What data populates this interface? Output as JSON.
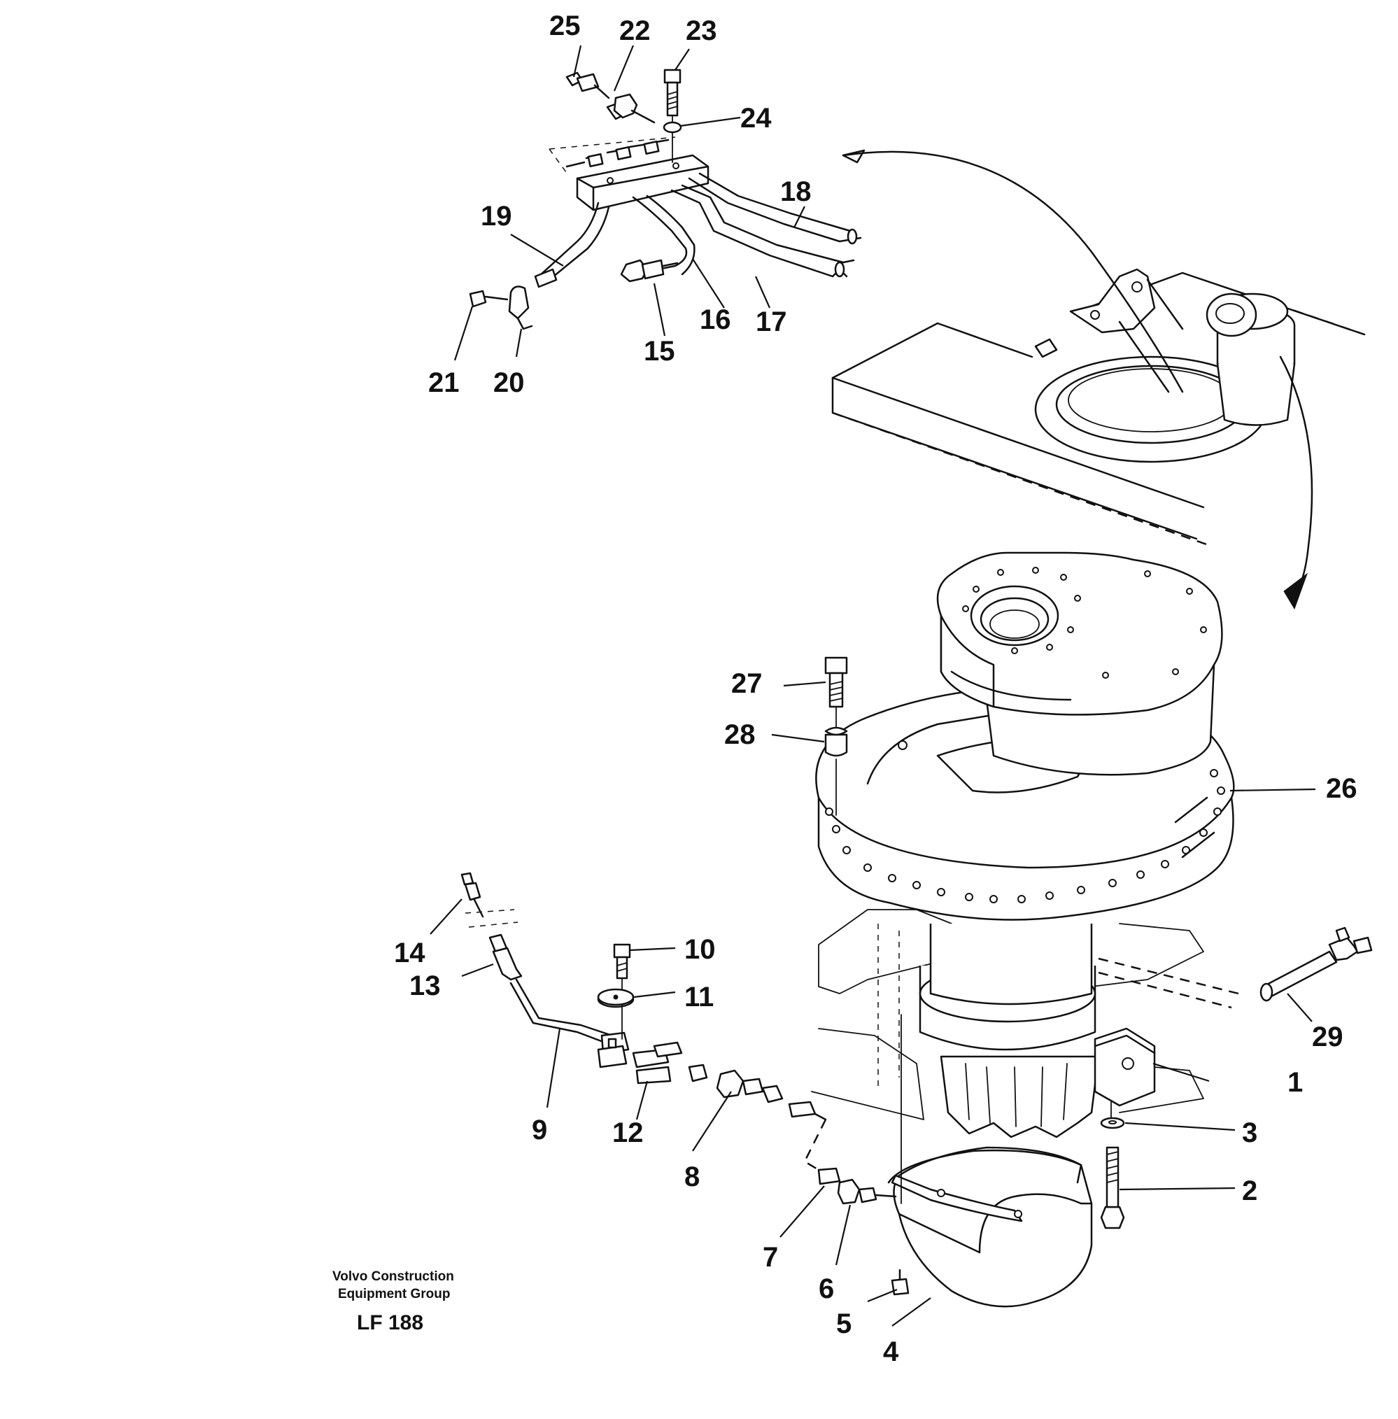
{
  "diagram": {
    "part_labels": [
      "1",
      "2",
      "3",
      "4",
      "5",
      "6",
      "7",
      "8",
      "9",
      "10",
      "11",
      "12",
      "13",
      "14",
      "15",
      "16",
      "17",
      "18",
      "19",
      "20",
      "21",
      "22",
      "23",
      "24",
      "25",
      "26",
      "27",
      "28",
      "29"
    ]
  },
  "footer": {
    "company_line1": "Volvo Construction",
    "company_line2": "Equipment Group",
    "code": "LF 188"
  }
}
